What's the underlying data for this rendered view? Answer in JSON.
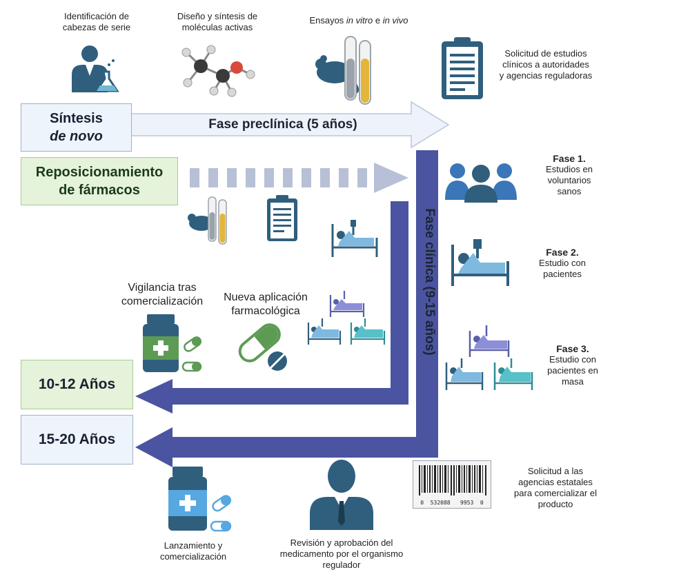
{
  "preclinical_icons": {
    "lead_identification": "Identificación de\ncabezas de serie",
    "design_synthesis": "Diseño y síntesis de\nmoléculas activas",
    "assays_prefix": "Ensayos ",
    "assays_in_vitro": "in vitro",
    "assays_and": " e ",
    "assays_in_vivo": "in vivo",
    "clinical_request": "Solicitud de estudios\nclínicos a autoridades\ny agencias reguladoras"
  },
  "boxes": {
    "synthesis_line1": "Síntesis",
    "synthesis_line2": "de novo",
    "repositioning": "Reposicionamiento\nde fármacos",
    "years_10_12": "10-12 Años",
    "years_15_20": "15-20 Años"
  },
  "arrows": {
    "preclinical_phase": "Fase preclínica (5 años)",
    "clinical_phase": "Fase clínica (9-15 años)"
  },
  "phases": {
    "phase1_title": "Fase 1.",
    "phase1_desc": "Estudios en\nvoluntarios\nsanos",
    "phase2_title": "Fase 2.",
    "phase2_desc": "Estudio con\npacientes",
    "phase3_title": "Fase 3.",
    "phase3_desc": "Estudio con\npacientes en\nmasa"
  },
  "labels": {
    "post_marketing": "Vigilancia tras\ncomercialización",
    "new_application": "Nueva aplicación\nfarmacológica",
    "market_request": "Solicitud a las\nagencias estatales\npara comercializar el\nproducto",
    "launch": "Lanzamiento y\ncomercialización",
    "review": "Revisión y aprobación del\nmedicamento por el organismo\nregulador"
  },
  "barcode": {
    "digits": "0  532088   9953  0"
  },
  "icons": [
    "scientist-icon",
    "molecule-icon",
    "mouse-test-tubes-icon",
    "clipboard-icon",
    "people-icon",
    "hospital-bed-icon",
    "medicine-bottle-icon",
    "pills-icon",
    "barcode-icon",
    "official-person-icon"
  ],
  "colors": {
    "clinical_arrow": "#4a54a0",
    "preclinical_arrow": "#e8eef8",
    "dashed_arrow": "#b7c0d6",
    "repositioning_box": "#e4f3d9",
    "synthesis_box": "#eef4fc",
    "icon_blue": "#31607e",
    "icon_green": "#5d9b55",
    "bed_purple": "#8c8fd8",
    "bed_teal": "#57c0c9"
  }
}
